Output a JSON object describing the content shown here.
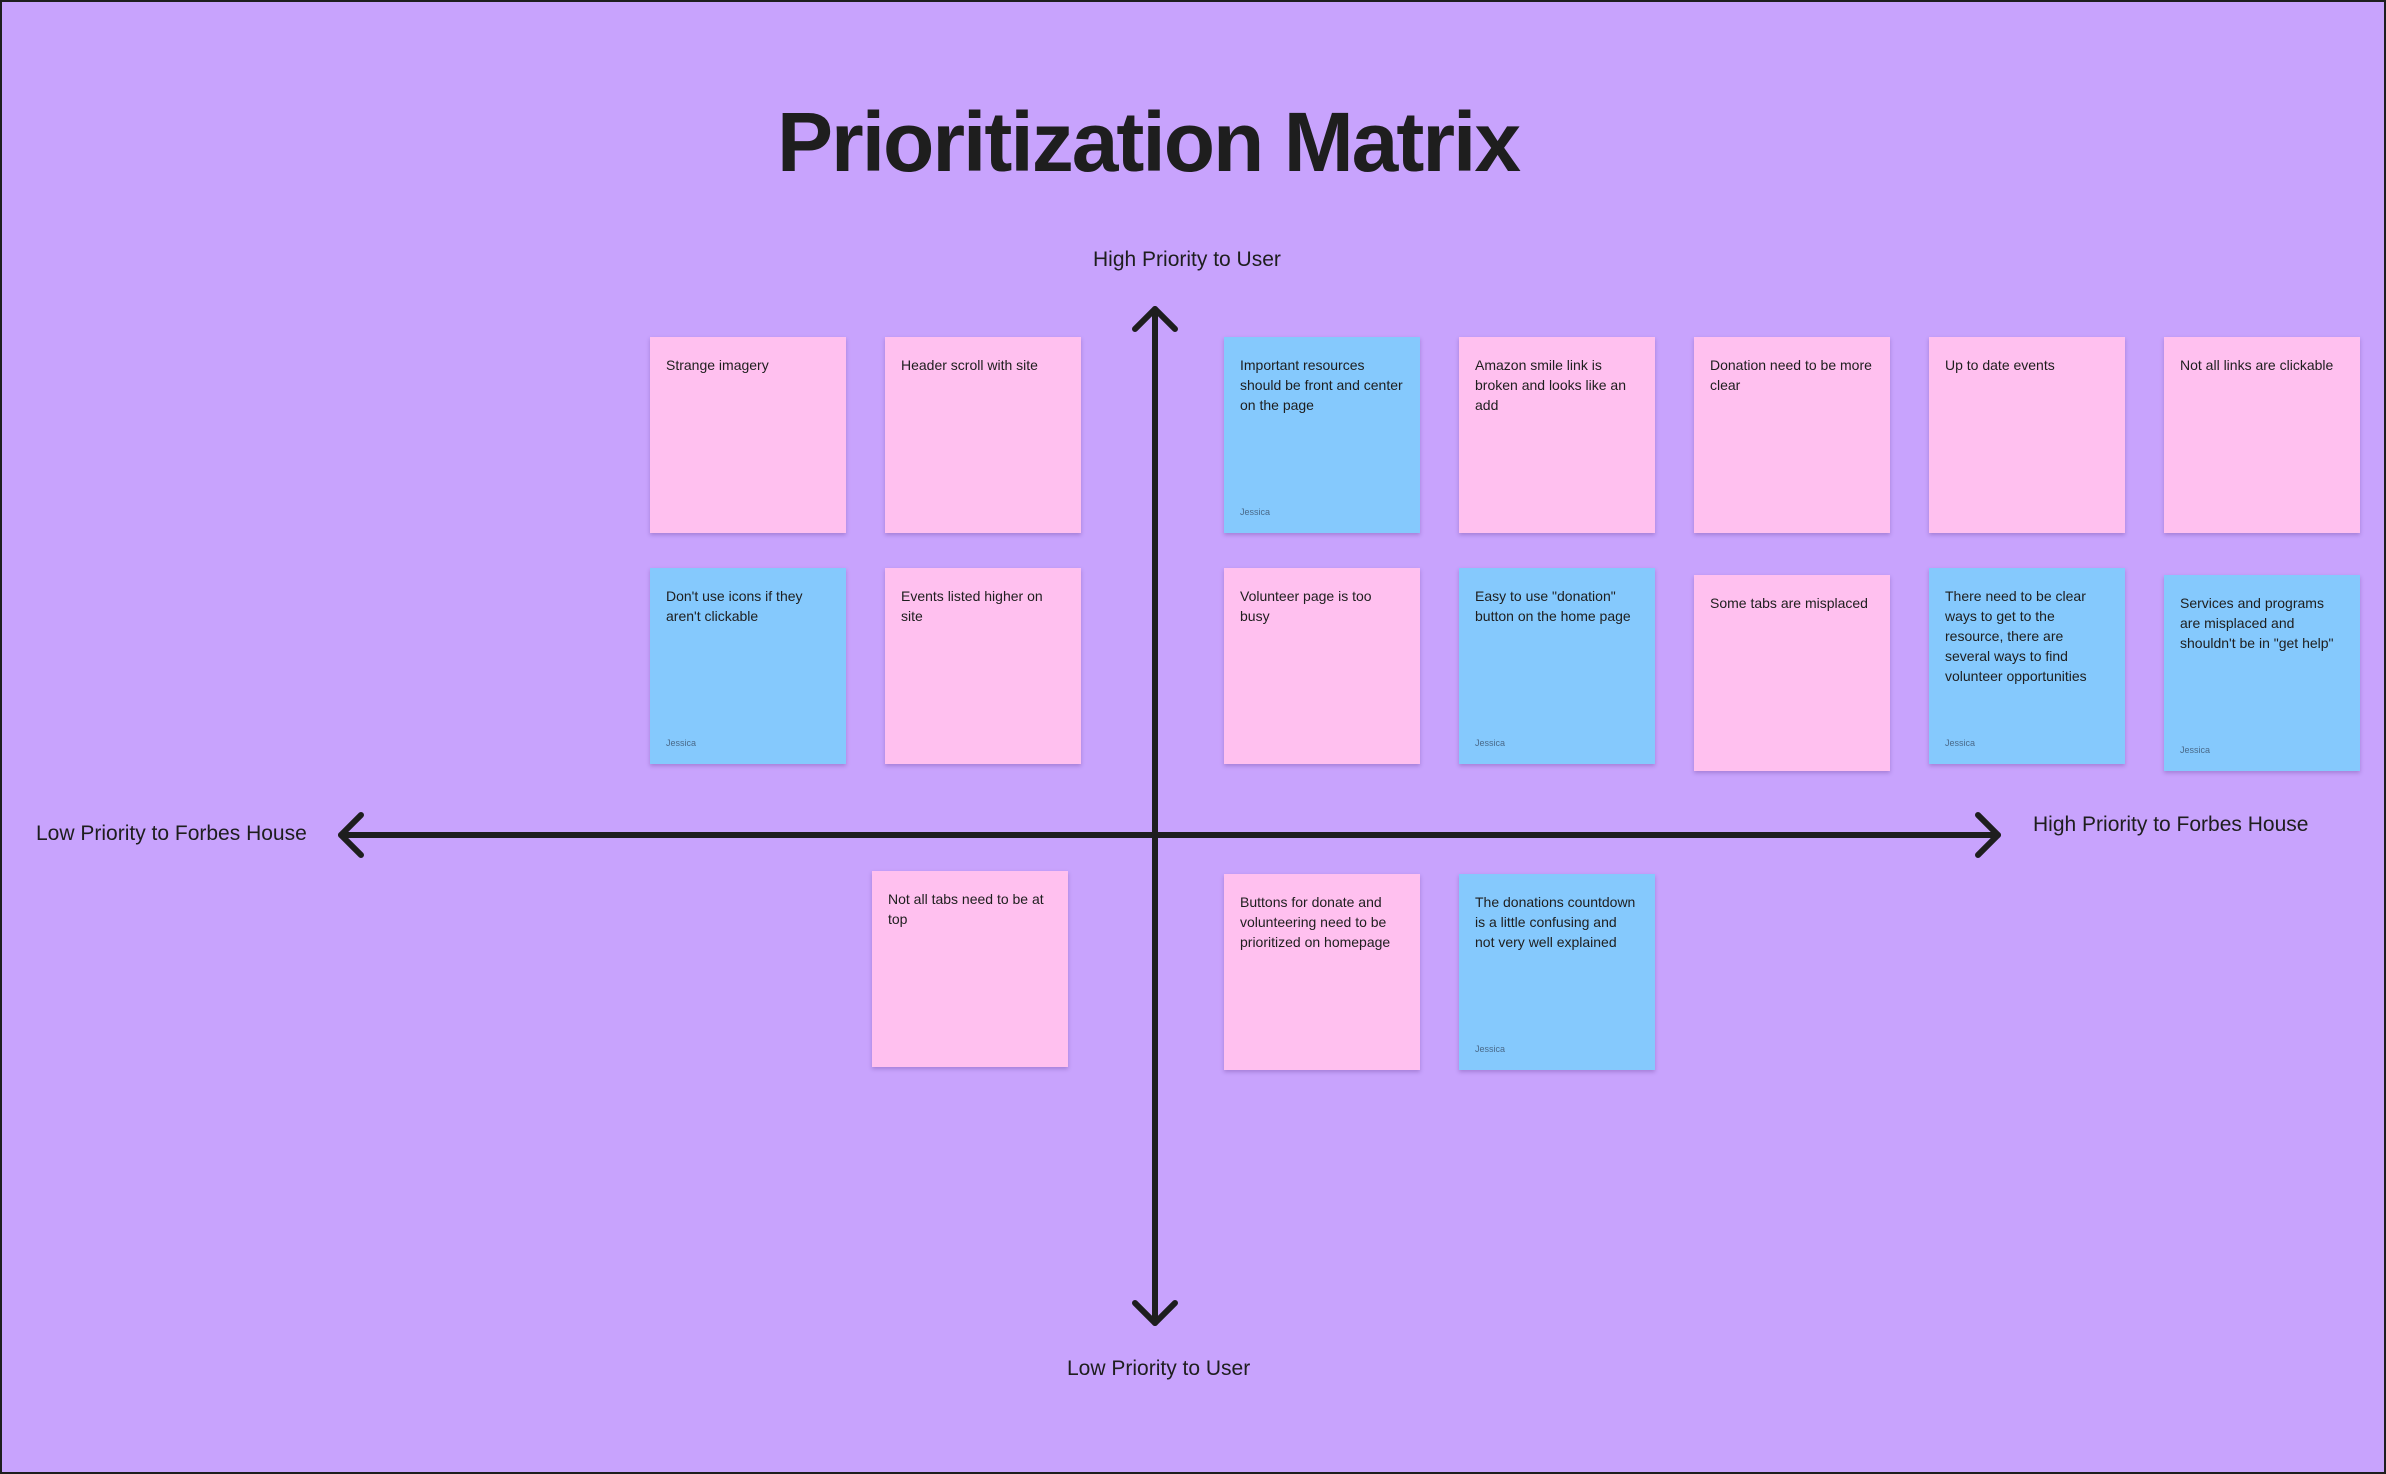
{
  "title": "Prioritization Matrix",
  "axes": {
    "y_top": "High Priority to User",
    "y_bottom": "Low Priority to User",
    "x_left": "Low Priority to Forbes House",
    "x_right": "High Priority to Forbes House"
  },
  "colors": {
    "background": "#c8a3fd",
    "pink_note": "#ffc0ef",
    "blue_note": "#85c9fd",
    "axis": "#1e1e1e"
  },
  "notes": [
    {
      "text": "Strange imagery",
      "color": "pink",
      "author": ""
    },
    {
      "text": "Header scroll with site",
      "color": "pink",
      "author": ""
    },
    {
      "text": "Important resources should be front and center on the page",
      "color": "blue",
      "author": "Jessica"
    },
    {
      "text": "Amazon smile link is broken and looks like an add",
      "color": "pink",
      "author": ""
    },
    {
      "text": "Donation need to be more clear",
      "color": "pink",
      "author": ""
    },
    {
      "text": "Up to date events",
      "color": "pink",
      "author": ""
    },
    {
      "text": "Not all links are clickable",
      "color": "pink",
      "author": ""
    },
    {
      "text": "Don't use icons if they aren't clickable",
      "color": "blue",
      "author": "Jessica"
    },
    {
      "text": "Events listed higher on site",
      "color": "pink",
      "author": ""
    },
    {
      "text": "Volunteer page is too busy",
      "color": "pink",
      "author": ""
    },
    {
      "text": "Easy to use \"donation\" button on the home page",
      "color": "blue",
      "author": "Jessica"
    },
    {
      "text": "Some tabs are misplaced",
      "color": "pink",
      "author": ""
    },
    {
      "text": "There need to be clear ways to get to the resource, there are several ways to find volunteer opportunities",
      "color": "blue",
      "author": "Jessica"
    },
    {
      "text": "Services and programs are misplaced and shouldn't be in \"get help\"",
      "color": "blue",
      "author": "Jessica"
    },
    {
      "text": "Not all tabs need to be at top",
      "color": "pink",
      "author": ""
    },
    {
      "text": "Buttons for donate and volunteering need to be prioritized on homepage",
      "color": "pink",
      "author": ""
    },
    {
      "text": "The donations countdown is a little confusing and not very well explained",
      "color": "blue",
      "author": "Jessica"
    }
  ]
}
